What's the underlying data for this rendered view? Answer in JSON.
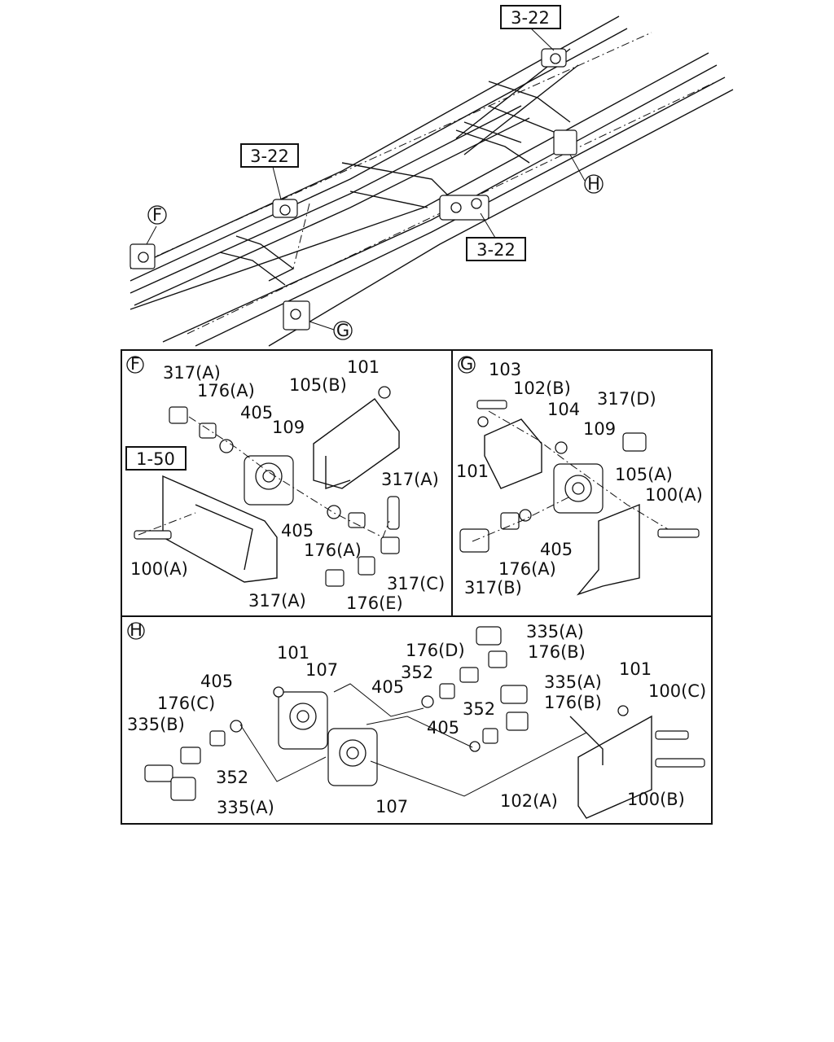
{
  "overview": {
    "refs": [
      "3-22",
      "3-22",
      "3-22"
    ],
    "callouts": [
      "F",
      "G",
      "H"
    ]
  },
  "panel_f": {
    "letter": "F",
    "ref": "1-50",
    "labels": [
      "317(A)",
      "176(A)",
      "405",
      "109",
      "105(B)",
      "101",
      "317(A)",
      "405",
      "176(A)",
      "100(A)",
      "317(C)",
      "317(A)",
      "176(E)"
    ]
  },
  "panel_g": {
    "letter": "G",
    "labels": [
      "103",
      "102(B)",
      "104",
      "317(D)",
      "109",
      "105(A)",
      "100(A)",
      "101",
      "405",
      "176(A)",
      "317(B)"
    ]
  },
  "panel_h": {
    "letter": "H",
    "labels": [
      "335(A)",
      "176(D)",
      "176(B)",
      "101",
      "107",
      "352",
      "335(A)",
      "101",
      "100(C)",
      "405",
      "405",
      "176(B)",
      "176(C)",
      "352",
      "405",
      "335(B)",
      "352",
      "107",
      "102(A)",
      "100(B)",
      "335(A)"
    ]
  }
}
